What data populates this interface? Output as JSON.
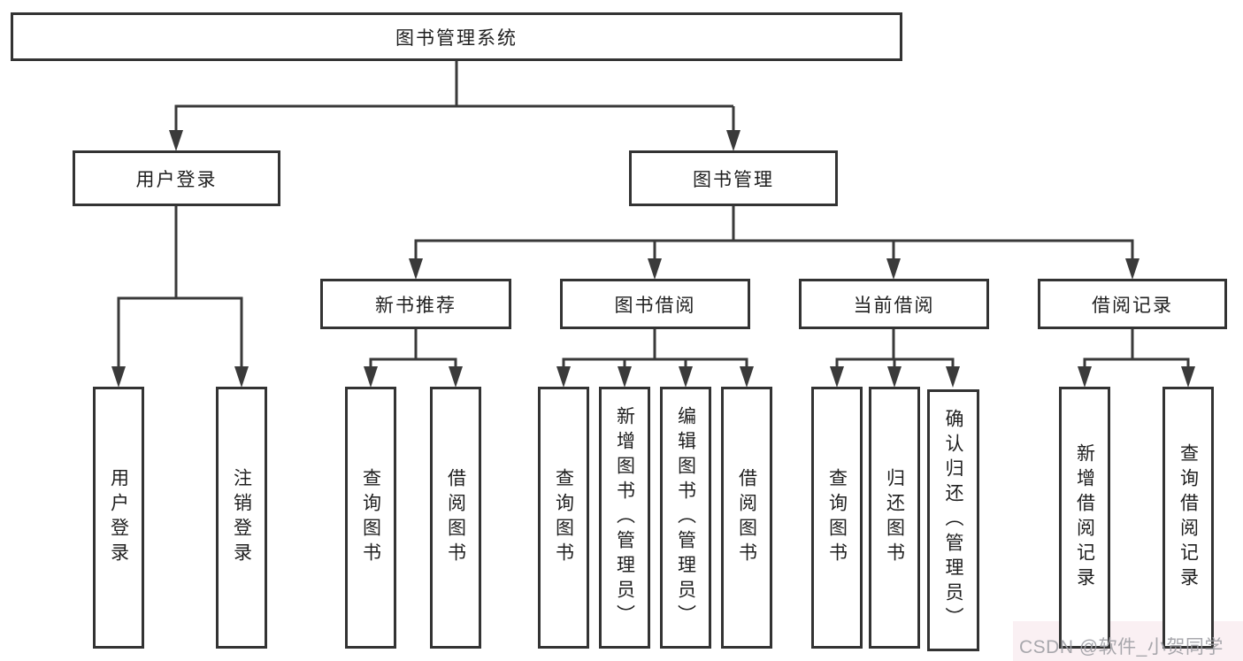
{
  "diagram": {
    "title": "图书管理系统",
    "root": {
      "label": "图书管理系统"
    },
    "level2": [
      {
        "label": "用户登录"
      },
      {
        "label": "图书管理"
      }
    ],
    "level3": [
      {
        "label": "新书推荐"
      },
      {
        "label": "图书借阅"
      },
      {
        "label": "当前借阅"
      },
      {
        "label": "借阅记录"
      }
    ],
    "leaves": {
      "user_login": [
        "用户登录",
        "注销登录"
      ],
      "new_book": [
        "查询图书",
        "借阅图书"
      ],
      "book_borrow": [
        "查询图书",
        "新增图书（管理员）",
        "编辑图书（管理员）",
        "借阅图书"
      ],
      "current_borrow": [
        "查询图书",
        "归还图书",
        "确认归还（管理员）"
      ],
      "borrow_records": [
        "新增借阅记录",
        "查询借阅记录"
      ]
    }
  },
  "watermark": {
    "text": "CSDN @软件_小贺同学"
  },
  "colors": {
    "line": "#3a3a3a",
    "border": "#333333",
    "text": "#1f1f1f",
    "watermark": "#9e9ea4",
    "background": "#ffffff"
  }
}
